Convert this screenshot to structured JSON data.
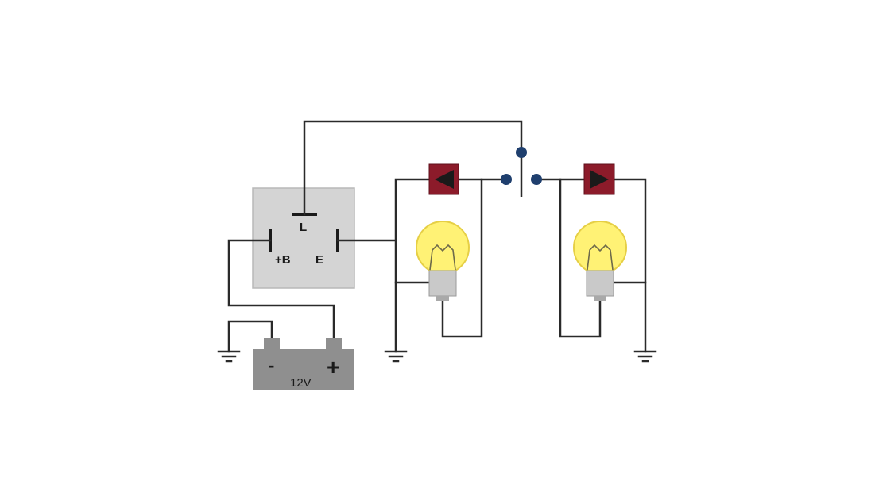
{
  "relay": {
    "terminal_l": "L",
    "terminal_b": "+B",
    "terminal_e": "E"
  },
  "battery": {
    "neg": "-",
    "pos": "+",
    "voltage": "12V"
  },
  "colors": {
    "relay_fill": "#d4d4d4",
    "battery_fill": "#8f8f8f",
    "indicator_fill": "#8c1b2a",
    "bulb_fill": "#fff275",
    "switch_dot": "#1f3f6e",
    "wire": "#2a2a2a"
  },
  "icons": {
    "left_indicator": "left-arrow-icon",
    "right_indicator": "right-arrow-icon",
    "bulb": "light-bulb-icon",
    "ground": "ground-symbol-icon"
  }
}
